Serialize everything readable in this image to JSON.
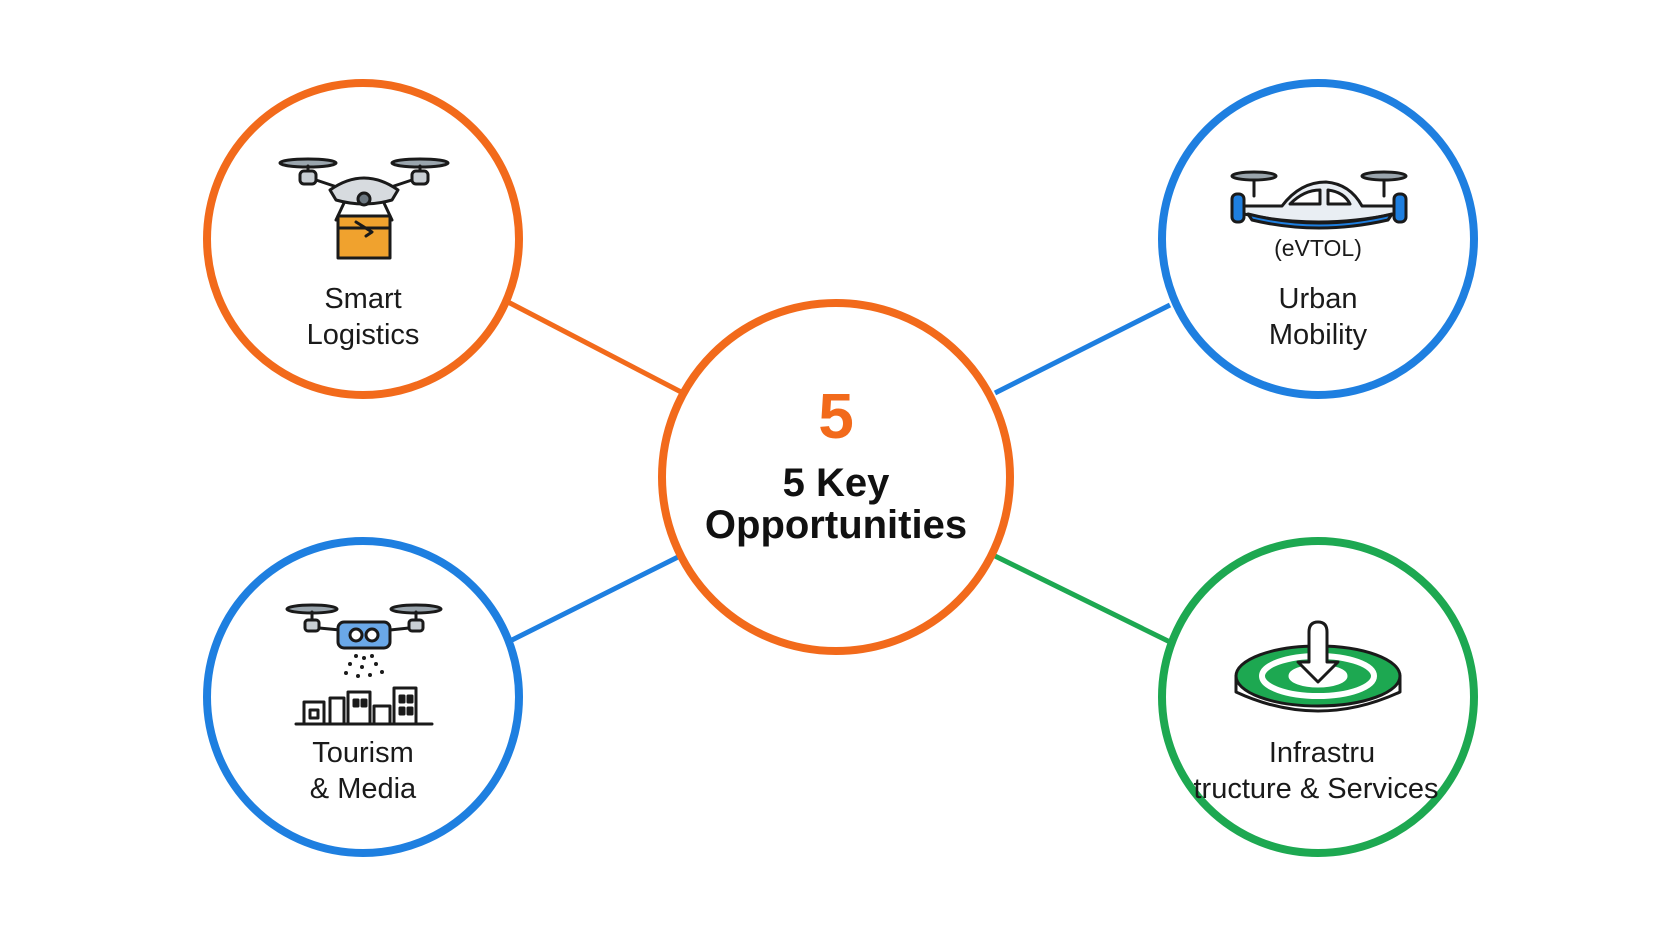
{
  "colors": {
    "orange": "#F26A1B",
    "blue": "#1E7FE0",
    "green": "#1DA851",
    "package": "#F0A22E",
    "ink": "#1a1a1a"
  },
  "center": {
    "number": "5",
    "title_line1": "5 Key",
    "title_line2": "Opportunities"
  },
  "nodes": {
    "smart_logistics": {
      "line1": "Smart",
      "line2": "Logistics",
      "icon": "delivery-drone-icon"
    },
    "urban_mobility": {
      "tag": "(eVTOL)",
      "line1": "Urban",
      "line2": "Mobility",
      "icon": "evtol-air-taxi-icon"
    },
    "tourism_media": {
      "line1": "Tourism",
      "line2": "& Media",
      "icon": "camera-drone-city-icon"
    },
    "infrastructure": {
      "line1": "Infrastru",
      "line2": "tructure & Services",
      "icon": "landing-pad-icon"
    }
  }
}
